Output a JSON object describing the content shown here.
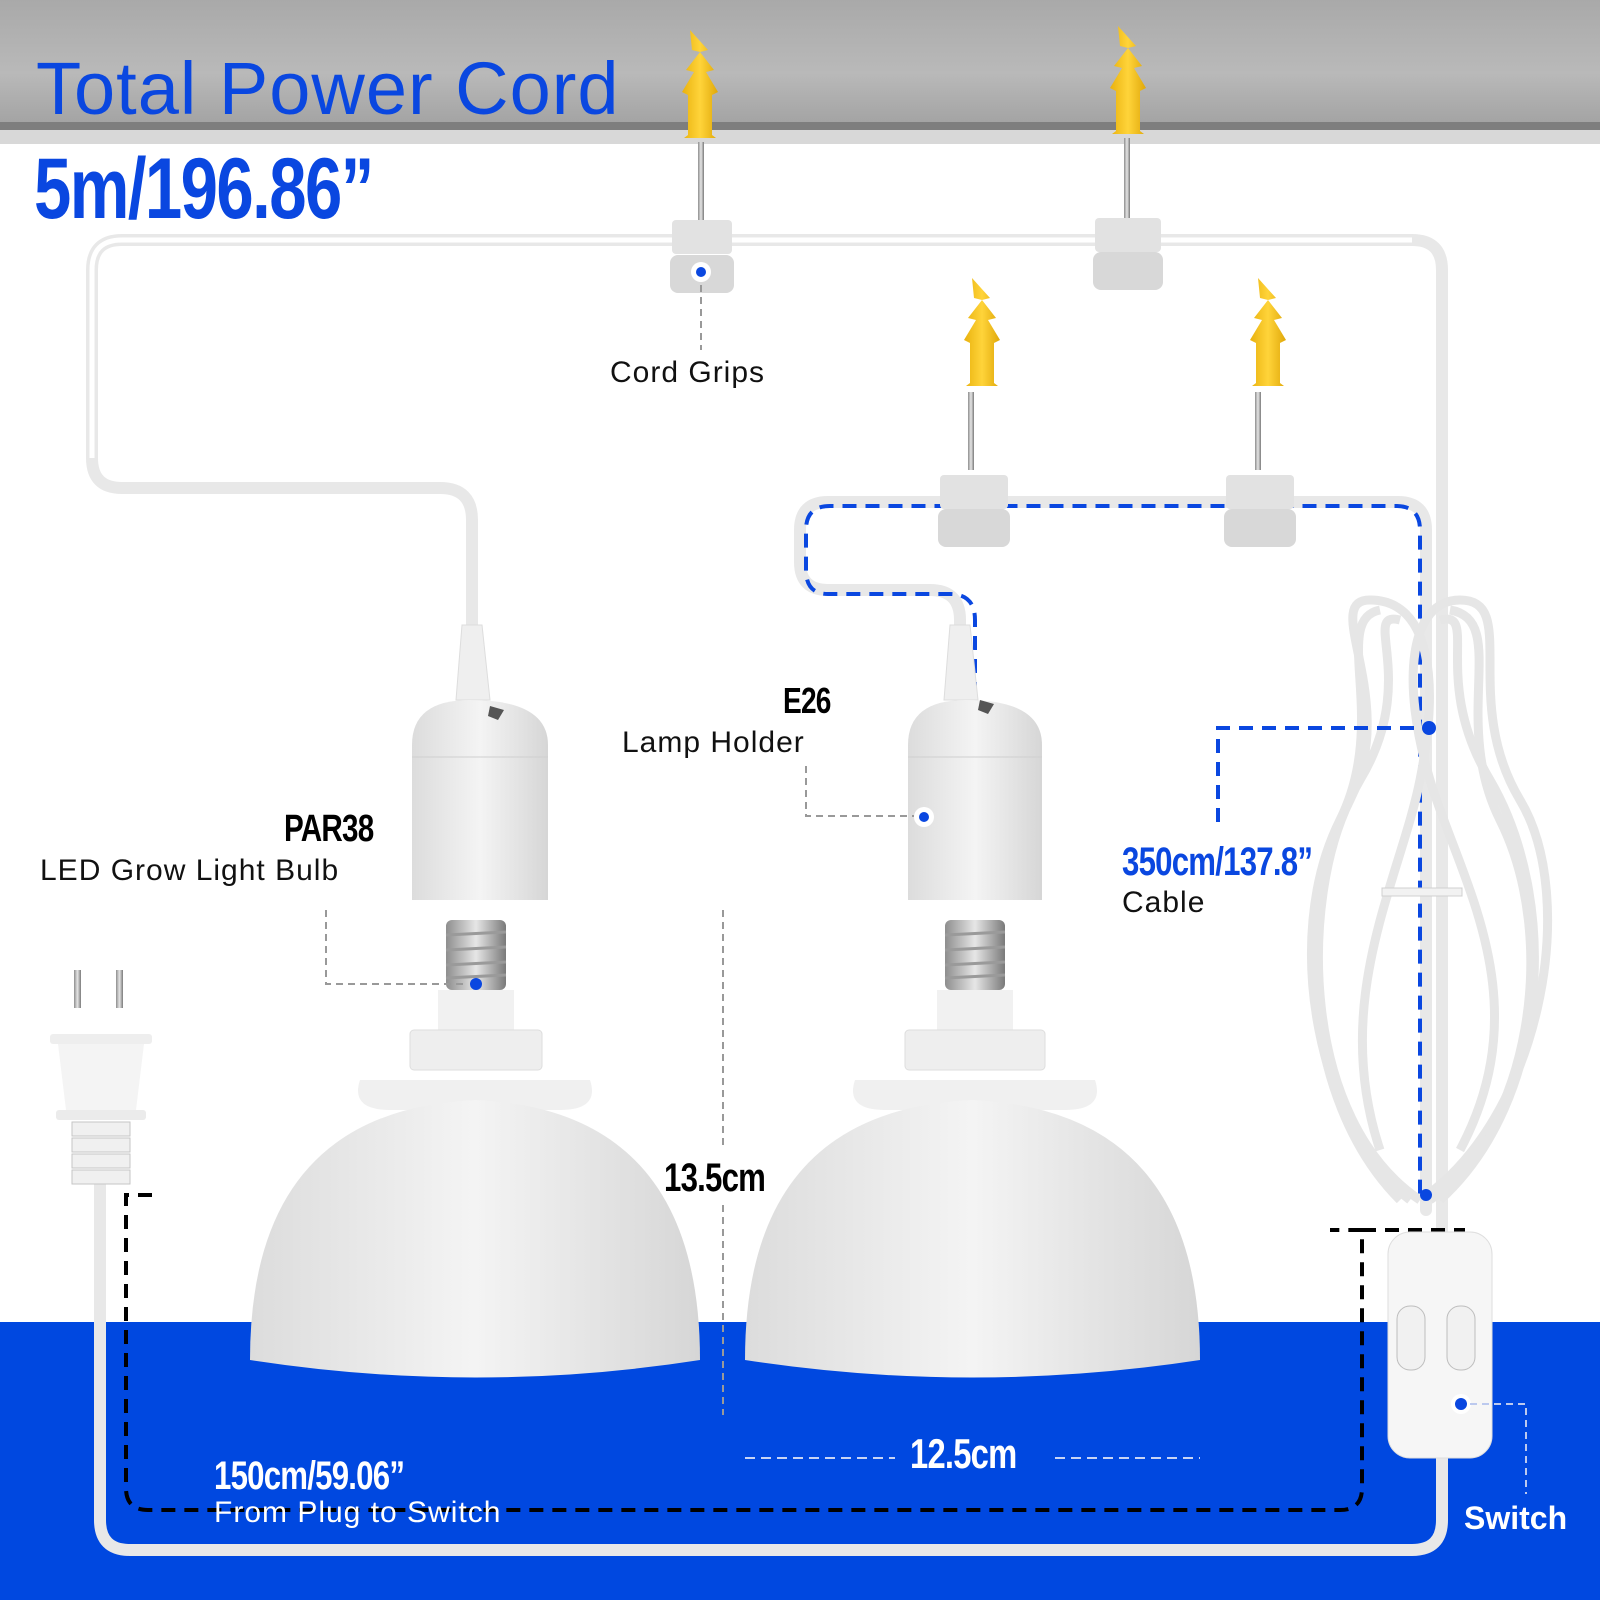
{
  "header": {
    "title": "Total Power Cord",
    "total_length": "5m/196.86”"
  },
  "callouts": {
    "cord_grips": "Cord Grips",
    "lamp_holder_type": "E26",
    "lamp_holder": "Lamp Holder",
    "bulb_type": "PAR38",
    "bulb": "LED Grow Light Bulb",
    "cable_length": "350cm/137.8”",
    "cable": "Cable",
    "bulb_height": "13.5cm",
    "bulb_width": "12.5cm",
    "plug_to_switch_length": "150cm/59.06”",
    "plug_to_switch": "From Plug to Switch",
    "switch": "Switch"
  },
  "colors": {
    "accent_blue": "#0048e0",
    "anchor_yellow": "#f2c21b",
    "ceiling_gray": "#a9a9a9"
  }
}
